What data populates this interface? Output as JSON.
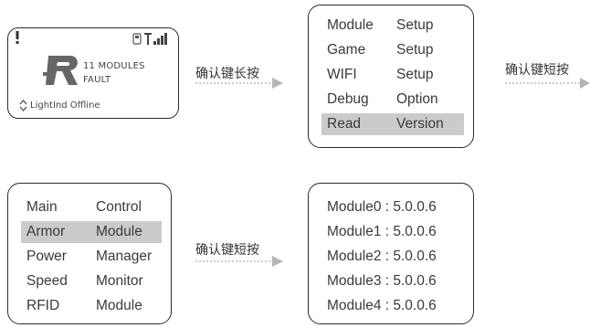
{
  "status_screen": {
    "message_line1": "11 MODULES",
    "message_line2": "FAULT",
    "connection_status": "LightInd Offline",
    "icons": [
      "alert-icon",
      "sd-card-icon",
      "signal-bars-icon",
      "r-logo-icon",
      "up-down-arrows-icon"
    ]
  },
  "transitions": {
    "long_press": "确认键长按",
    "short_press_1": "确认键短按",
    "short_press_2": "确认键短按"
  },
  "setup_menu": {
    "items": [
      {
        "col1": "Module",
        "col2": "Setup"
      },
      {
        "col1": "Game",
        "col2": "Setup"
      },
      {
        "col1": "WIFI",
        "col2": "Setup"
      },
      {
        "col1": "Debug",
        "col2": "Option"
      },
      {
        "col1": "Read",
        "col2": "Version",
        "selected": true
      }
    ]
  },
  "main_menu": {
    "items": [
      {
        "col1": "Main",
        "col2": "Control"
      },
      {
        "col1": "Armor",
        "col2": "Module",
        "selected": true
      },
      {
        "col1": "Power",
        "col2": "Manager"
      },
      {
        "col1": "Speed",
        "col2": "Monitor"
      },
      {
        "col1": "RFID",
        "col2": "Module"
      }
    ]
  },
  "version_list": {
    "items": [
      "Module0 : 5.0.0.6",
      "Module1 : 5.0.0.6",
      "Module2 : 5.0.0.6",
      "Module3 : 5.0.0.6",
      "Module4 : 5.0.0.6"
    ]
  },
  "colors": {
    "border": "#2b2b2b",
    "highlight": "#cbcbcb",
    "arrow": "#b5b5b5",
    "text": "#3a3a3a"
  }
}
